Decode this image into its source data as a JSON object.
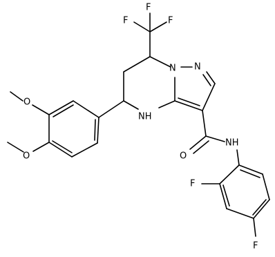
{
  "structure": {
    "atoms": {
      "F1": "F",
      "F2": "F",
      "F3": "F",
      "N1": "N",
      "N2": "N",
      "NH1": "NH",
      "NH2": "NH",
      "O1": "O",
      "O2": "O",
      "O3": "O",
      "F4": "F",
      "F5": "F"
    }
  }
}
